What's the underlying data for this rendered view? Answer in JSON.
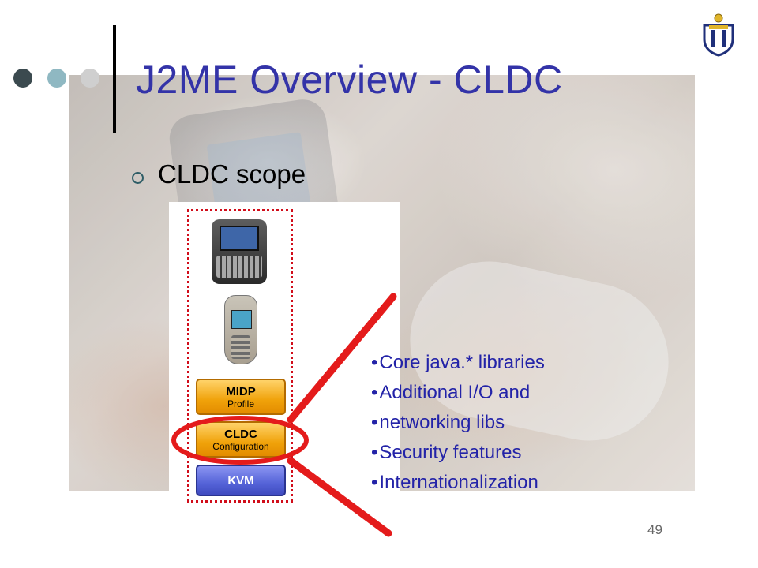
{
  "slide": {
    "title": "J2ME Overview - CLDC",
    "bullet": "CLDC scope",
    "page_number": "49"
  },
  "diagram": {
    "stack": [
      {
        "label": "MIDP",
        "sublabel": "Profile",
        "color": "#f0a20a"
      },
      {
        "label": "CLDC",
        "sublabel": "Configuration",
        "color": "#f0a20a"
      },
      {
        "label": "KVM",
        "sublabel": "",
        "color": "#5563d8"
      }
    ],
    "devices": [
      "phone-with-keyboard",
      "candybar-phone"
    ],
    "highlight_color": "#e41b1b"
  },
  "features": [
    "Core java.* libraries",
    "Additional I/O and",
    "networking libs",
    "Security features",
    "Internationalization"
  ],
  "colors": {
    "title": "#3333a8",
    "features_text": "#2323a8"
  }
}
